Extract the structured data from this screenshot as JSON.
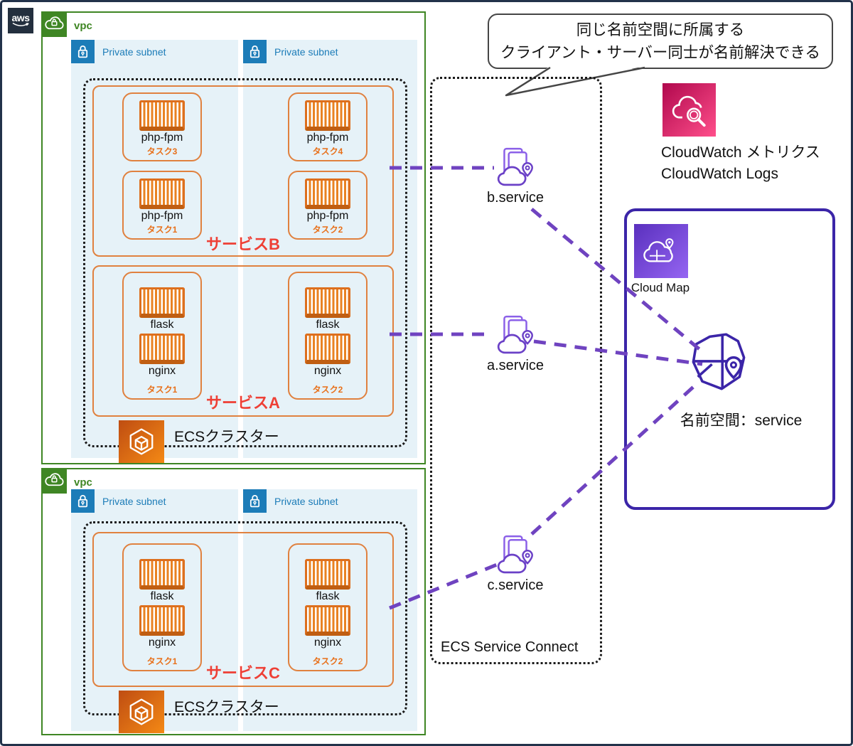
{
  "frame": {
    "aws_logo_text": "aws"
  },
  "callout": {
    "line1": "同じ名前空間に所属する",
    "line2": "クライアント・サーバー同士が名前解決できる"
  },
  "cloudwatch": {
    "line1": "CloudWatch メトリクス",
    "line2": "CloudWatch Logs"
  },
  "cloudmap": {
    "label": "Cloud Map",
    "namespace_label": "名前空間：service"
  },
  "service_connect": {
    "label": "ECS Service Connect",
    "nodes": [
      {
        "label": "b.service"
      },
      {
        "label": "a.service"
      },
      {
        "label": "c.service"
      }
    ]
  },
  "vpcs": [
    {
      "label": "vpc",
      "subnets": [
        {
          "label": "Private subnet"
        },
        {
          "label": "Private subnet"
        }
      ],
      "cluster": {
        "label": "ECSクラスター",
        "services": [
          {
            "label": "サービスB",
            "tasks": [
              {
                "label": "タスク3",
                "containers": [
                  "php-fpm"
                ]
              },
              {
                "label": "タスク4",
                "containers": [
                  "php-fpm"
                ]
              },
              {
                "label": "タスク1",
                "containers": [
                  "php-fpm"
                ]
              },
              {
                "label": "タスク2",
                "containers": [
                  "php-fpm"
                ]
              }
            ]
          },
          {
            "label": "サービスA",
            "tasks": [
              {
                "label": "タスク1",
                "containers": [
                  "flask",
                  "nginx"
                ]
              },
              {
                "label": "タスク2",
                "containers": [
                  "flask",
                  "nginx"
                ]
              }
            ]
          }
        ]
      }
    },
    {
      "label": "vpc",
      "subnets": [
        {
          "label": "Private subnet"
        },
        {
          "label": "Private subnet"
        }
      ],
      "cluster": {
        "label": "ECSクラスター",
        "services": [
          {
            "label": "サービスC",
            "tasks": [
              {
                "label": "タスク1",
                "containers": [
                  "flask",
                  "nginx"
                ]
              },
              {
                "label": "タスク2",
                "containers": [
                  "flask",
                  "nginx"
                ]
              }
            ]
          }
        ]
      }
    }
  ],
  "colors": {
    "vpc_green": "#3F8624",
    "subnet_blue": "#1C7CB8",
    "subnet_bg": "#E6F2F8",
    "service_border_orange": "#E0813F",
    "container_orange": "#E98222",
    "service_label_red": "#EE4036",
    "task_label_orange": "#E8701A",
    "dashed_line_purple": "#6F43C0",
    "namespace_purple": "#3B25A8",
    "cloudwatch_gradient": [
      "#B0084D",
      "#FF4F8B"
    ],
    "cloudmap_gradient": [
      "#5A30BE",
      "#9565F2"
    ],
    "ecs_gradient": [
      "#BF4D12",
      "#F48915"
    ],
    "aws_navy": "#232F3E"
  }
}
